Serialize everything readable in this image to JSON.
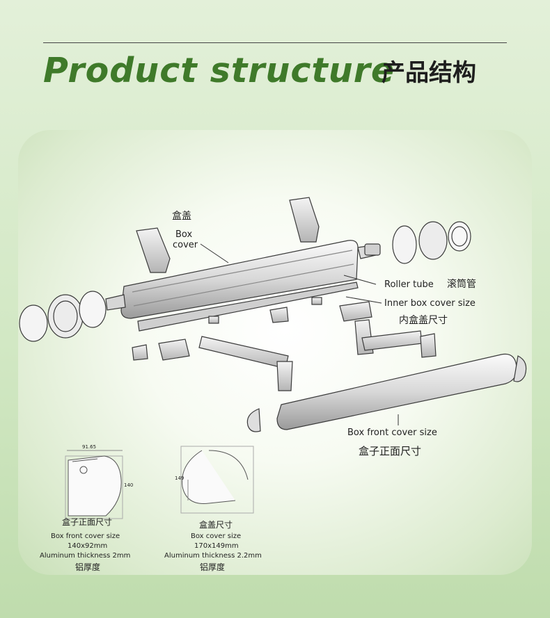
{
  "header": {
    "title_en": "Product structure",
    "title_cn": "产品结构"
  },
  "labels": {
    "box_cover_cn": "盒盖",
    "box_cover_en_line1": "Box",
    "box_cover_en_line2": "cover",
    "roller_tube_en": "Roller tube",
    "roller_tube_cn": "滚筒管",
    "inner_box_en": "Inner box cover size",
    "inner_box_cn": "内盒盖尺寸",
    "box_front_en": "Box front cover size",
    "box_front_cn": "盒子正面尺寸"
  },
  "profiles": {
    "left": {
      "dim_top": "91.65",
      "dim_side": "140",
      "cn_title": "盒子正面尺寸",
      "en_title": "Box front cover size",
      "size": "140x92mm",
      "thickness": "Aluminum thickness 2mm",
      "thickness_cn": "铝厚度"
    },
    "right": {
      "dim_side": "149",
      "cn_title": "盒盖尺寸",
      "en_title": "Box cover size",
      "size": "170x149mm",
      "thickness": "Aluminum thickness 2.2mm",
      "thickness_cn": "铝厚度"
    }
  },
  "colors": {
    "title_green": "#3f7a2a",
    "line": "#333333"
  }
}
